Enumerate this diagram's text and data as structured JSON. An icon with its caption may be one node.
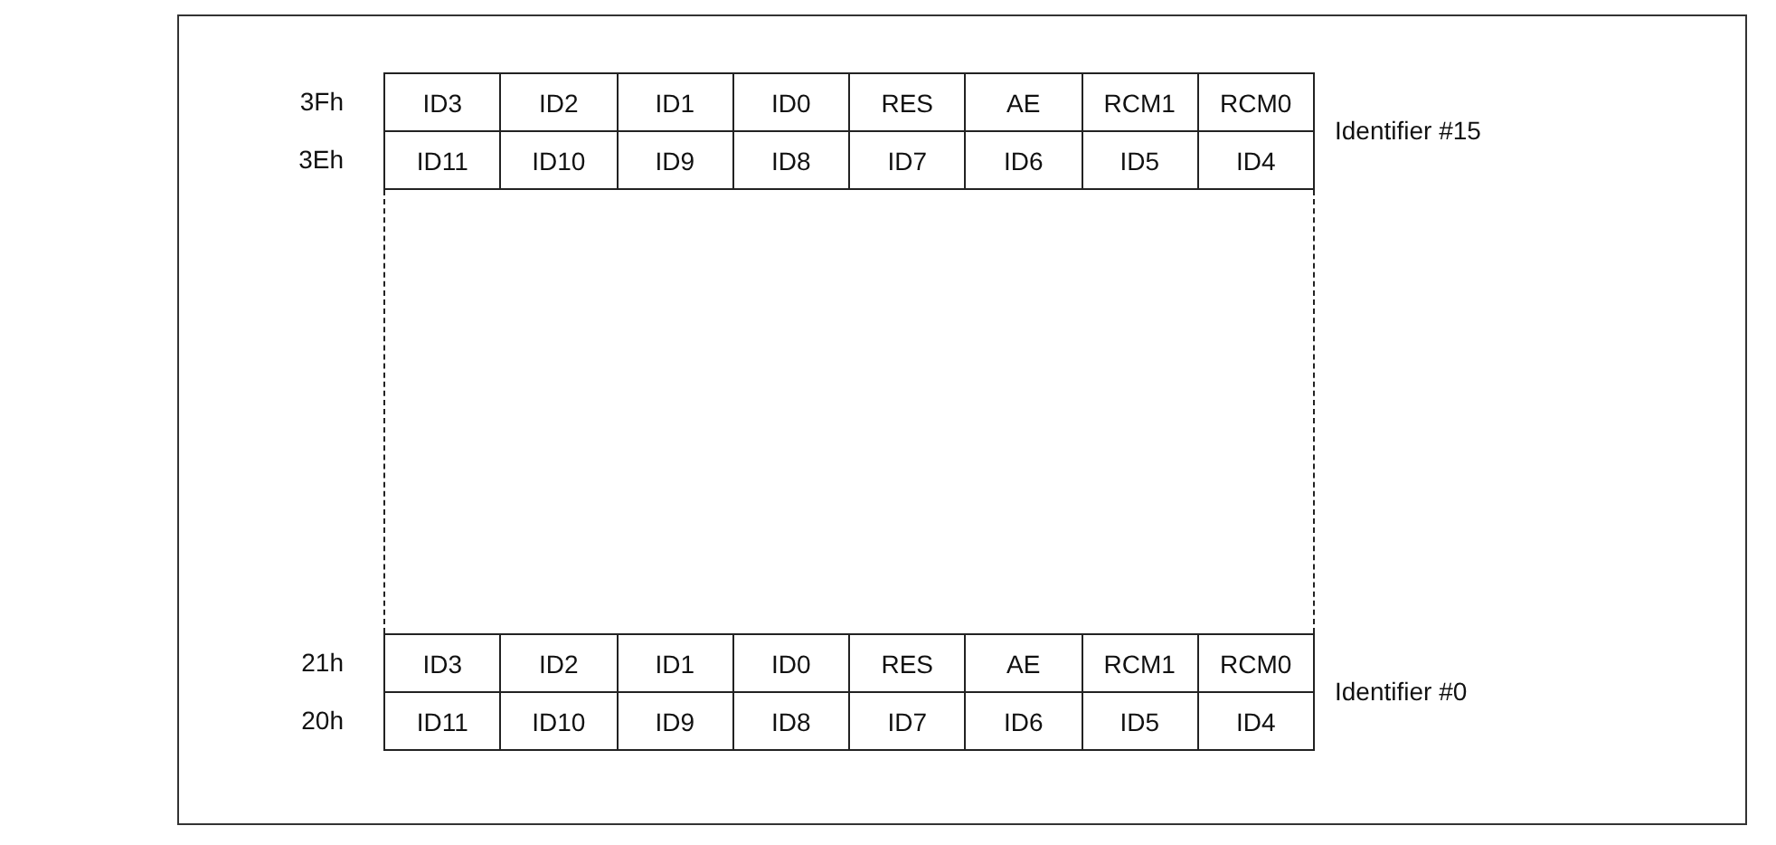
{
  "diagram": {
    "labels": [
      "3Fh",
      "ID3",
      "ID2",
      "ID1",
      "ID0",
      "RES",
      "AE",
      "RCM1",
      "RCM0",
      "3Eh",
      "ID11",
      "ID10",
      "ID9",
      "ID8",
      "ID7",
      "ID6",
      "ID5",
      "ID4",
      "Identifier #15",
      "21h",
      "ID3",
      "ID2",
      "ID1",
      "ID0",
      "RES",
      "AE",
      "RCM1",
      "RCM0",
      "20h",
      "ID11",
      "ID10",
      "ID9",
      "ID8",
      "ID7",
      "ID6",
      "ID5",
      "ID4",
      "Identifier #0"
    ]
  }
}
